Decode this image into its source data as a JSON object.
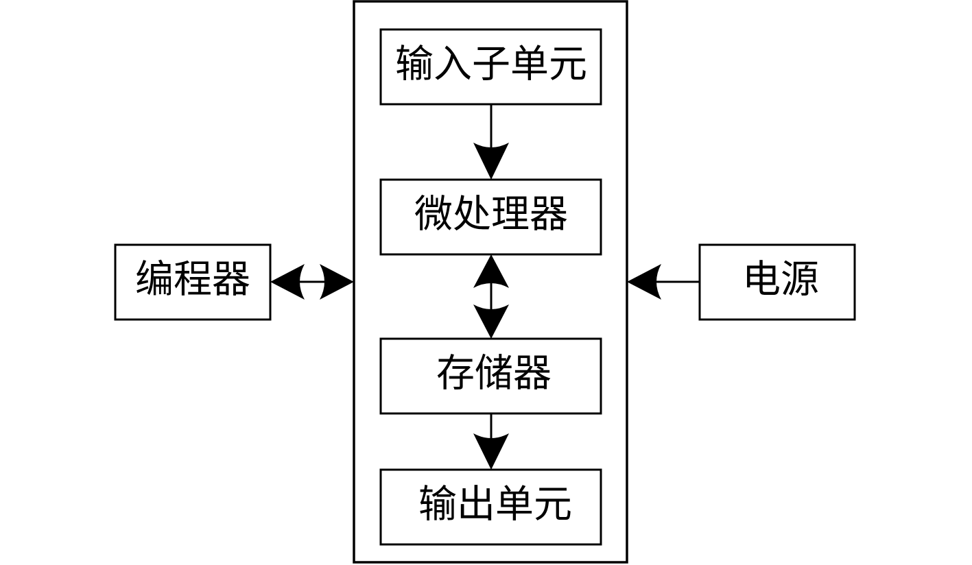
{
  "diagram": {
    "blocks": {
      "input_unit": "输入子单元",
      "microprocessor": "微处理器",
      "memory": "存储器",
      "output_unit": "输出单元",
      "programmer": "编程器",
      "power": "电源"
    },
    "connections": [
      {
        "from": "input_unit",
        "to": "microprocessor",
        "direction": "one-way"
      },
      {
        "from": "microprocessor",
        "to": "memory",
        "direction": "two-way"
      },
      {
        "from": "memory",
        "to": "output_unit",
        "direction": "one-way"
      },
      {
        "from": "programmer",
        "to": "controller_enclosure",
        "direction": "two-way"
      },
      {
        "from": "power",
        "to": "controller_enclosure",
        "direction": "one-way"
      }
    ]
  }
}
